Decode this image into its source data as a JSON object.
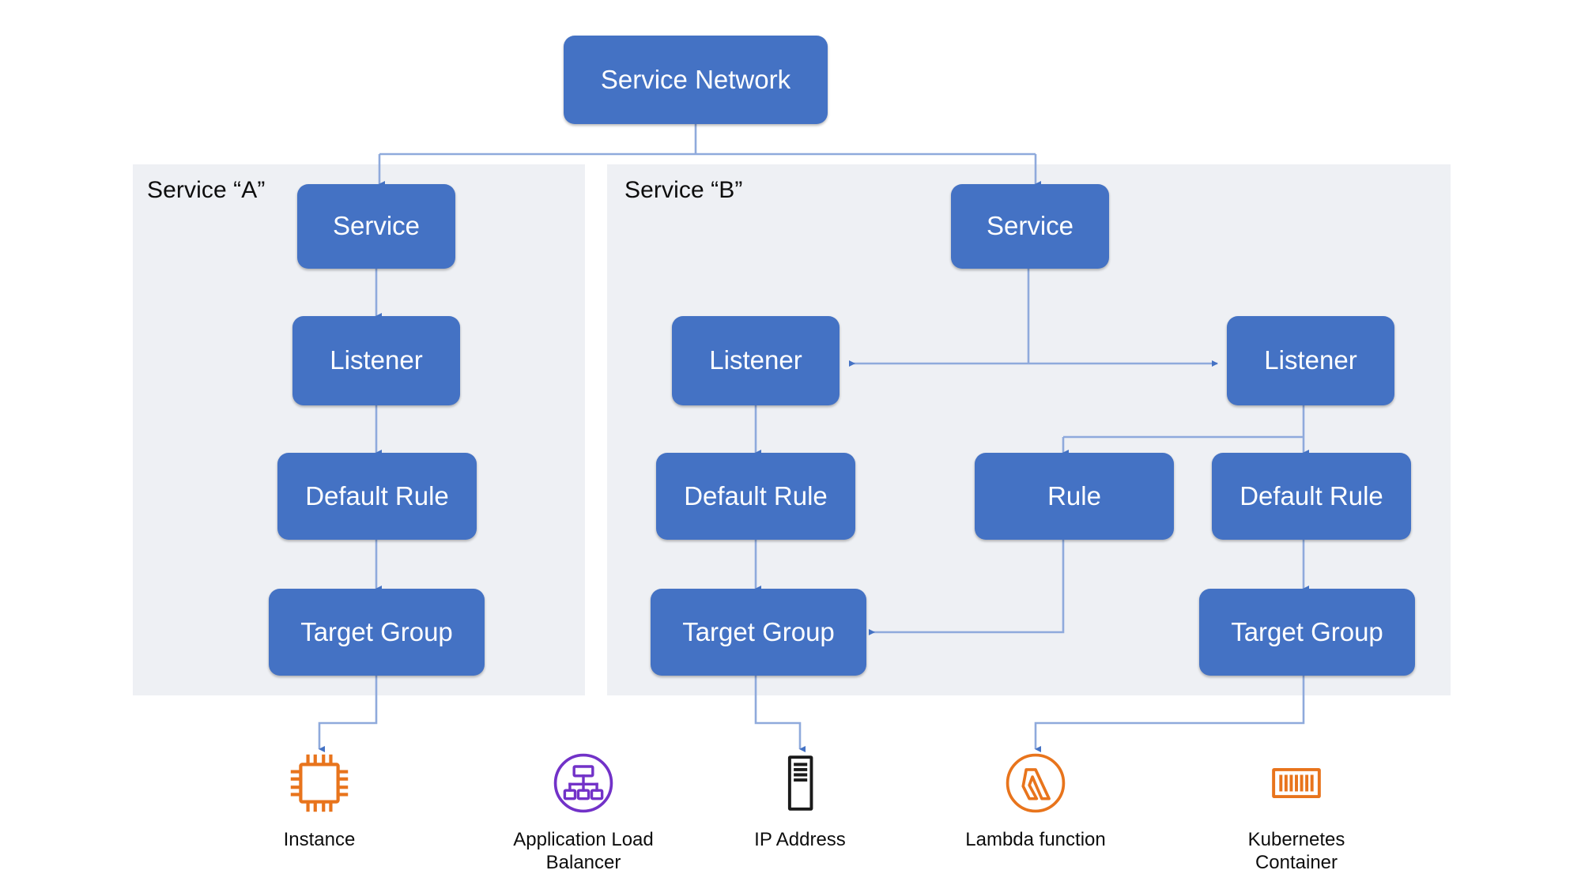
{
  "diagram": {
    "title": "Service Network",
    "colors": {
      "node_fill": "#4472C4",
      "node_text": "#FFFFFF",
      "panel_fill": "#EEF0F4",
      "connector": "#8FAADC",
      "arrow_head": "#4472C4",
      "icon_orange": "#E8741C",
      "icon_purple": "#7232C8",
      "icon_black": "#1A1A1A",
      "page_background": "#FFFFFF"
    },
    "root": {
      "label": "Service Network"
    },
    "panels": [
      {
        "id": "service-a",
        "label": "Service “A”",
        "nodes": [
          {
            "id": "a-service",
            "label": "Service"
          },
          {
            "id": "a-listener",
            "label": "Listener"
          },
          {
            "id": "a-default-rule",
            "label": "Default Rule"
          },
          {
            "id": "a-target-group",
            "label": "Target Group"
          }
        ]
      },
      {
        "id": "service-b",
        "label": "Service “B”",
        "nodes": [
          {
            "id": "b-service",
            "label": "Service"
          },
          {
            "id": "b-listener-left",
            "label": "Listener"
          },
          {
            "id": "b-listener-right",
            "label": "Listener"
          },
          {
            "id": "b-default-rule-left",
            "label": "Default Rule"
          },
          {
            "id": "b-rule",
            "label": "Rule"
          },
          {
            "id": "b-default-rule-right",
            "label": "Default Rule"
          },
          {
            "id": "b-target-group-left",
            "label": "Target Group"
          },
          {
            "id": "b-target-group-right",
            "label": "Target Group"
          }
        ]
      }
    ],
    "targets": [
      {
        "id": "instance",
        "label": "Instance",
        "icon": "cpu-chip-icon",
        "color": "#E8741C"
      },
      {
        "id": "application-load-balancer",
        "label": "Application Load\nBalancer",
        "icon": "load-balancer-icon",
        "color": "#7232C8"
      },
      {
        "id": "ip-address",
        "label": "IP Address",
        "icon": "server-tower-icon",
        "color": "#1A1A1A"
      },
      {
        "id": "lambda-function",
        "label": "Lambda function",
        "icon": "lambda-icon",
        "color": "#E8741C"
      },
      {
        "id": "kubernetes-container",
        "label": "Kubernetes\nContainer",
        "icon": "container-icon",
        "color": "#E8741C"
      }
    ],
    "connections": [
      {
        "from": "Service Network",
        "to": "Service (A)"
      },
      {
        "from": "Service Network",
        "to": "Service (B)"
      },
      {
        "from": "Service (A)",
        "to": "Listener (A)"
      },
      {
        "from": "Listener (A)",
        "to": "Default Rule (A)"
      },
      {
        "from": "Default Rule (A)",
        "to": "Target Group (A)"
      },
      {
        "from": "Target Group (A)",
        "to": "Instance"
      },
      {
        "from": "Service (B)",
        "to": "Listener (B left)"
      },
      {
        "from": "Service (B)",
        "to": "Listener (B right)"
      },
      {
        "from": "Listener (B left)",
        "to": "Default Rule (B left)"
      },
      {
        "from": "Default Rule (B left)",
        "to": "Target Group (B left)"
      },
      {
        "from": "Listener (B right)",
        "to": "Rule"
      },
      {
        "from": "Listener (B right)",
        "to": "Default Rule (B right)"
      },
      {
        "from": "Rule",
        "to": "Target Group (B left)"
      },
      {
        "from": "Default Rule (B right)",
        "to": "Target Group (B right)"
      },
      {
        "from": "Target Group (B left)",
        "to": "IP Address"
      },
      {
        "from": "Target Group (B right)",
        "to": "Lambda function"
      }
    ]
  }
}
